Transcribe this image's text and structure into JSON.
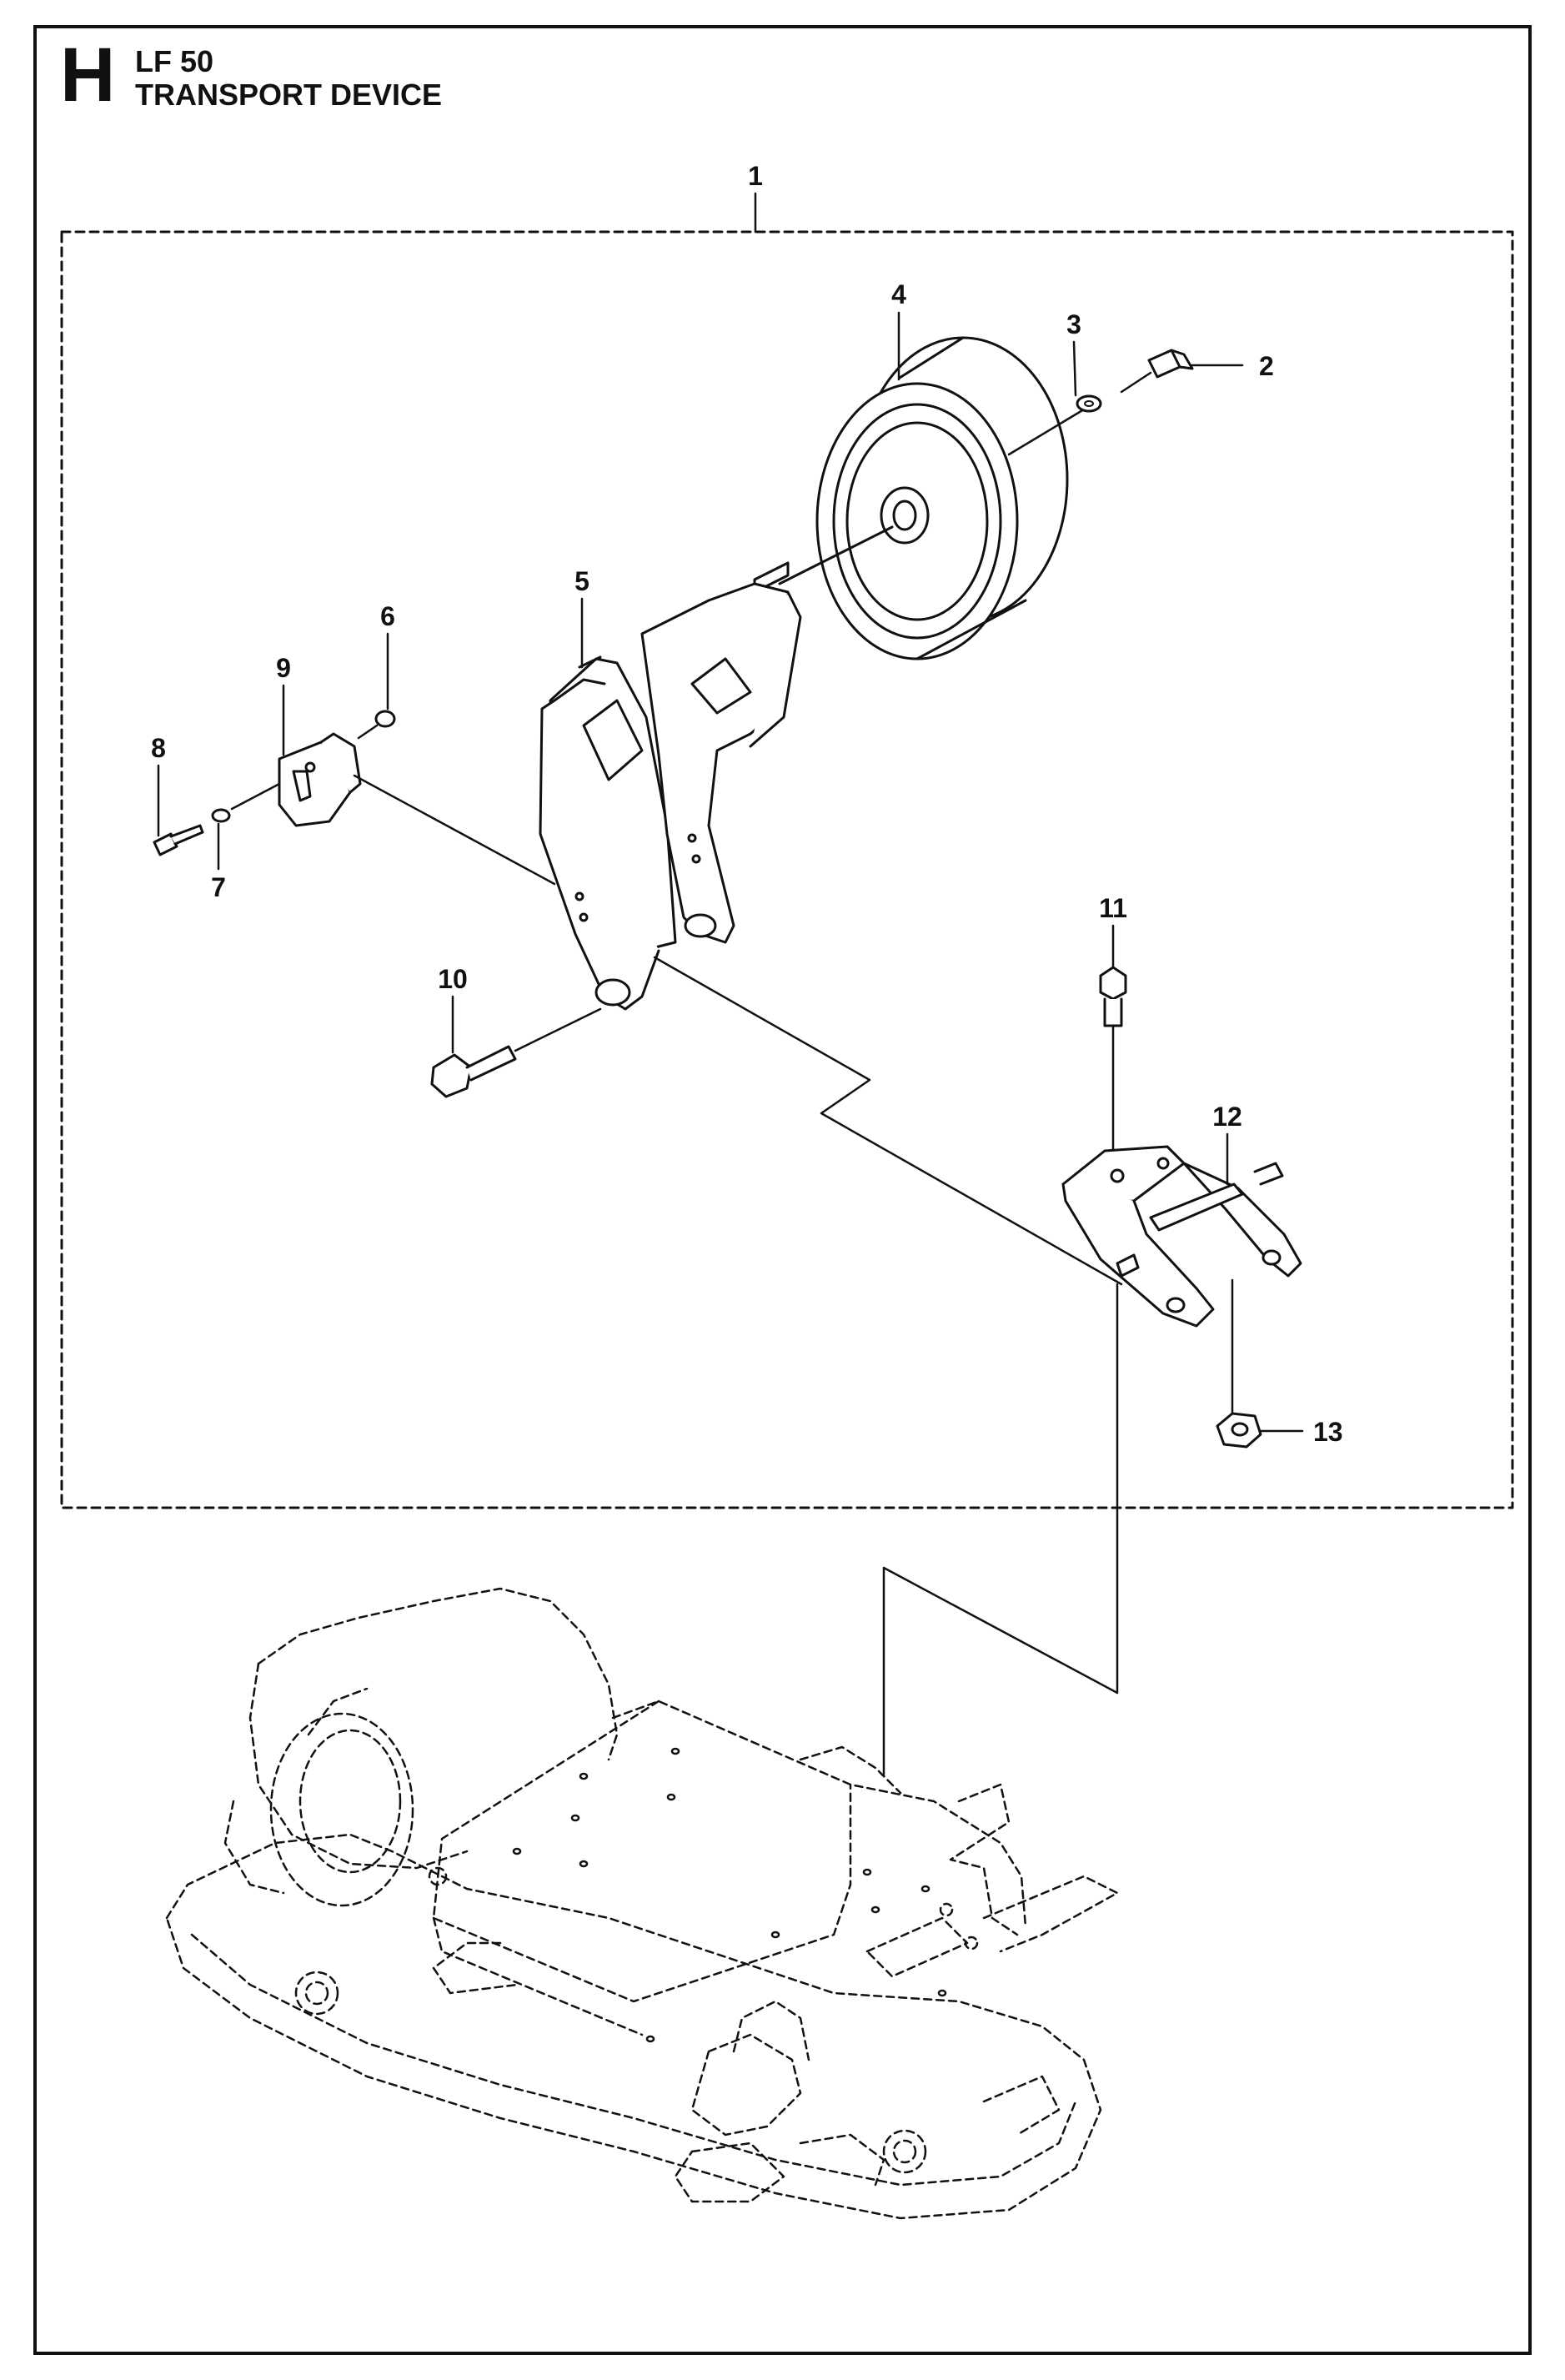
{
  "header": {
    "section_letter": "H",
    "model": "LF 50",
    "title": "TRANSPORT DEVICE"
  },
  "callouts": {
    "c1": "1",
    "c2": "2",
    "c3": "3",
    "c4": "4",
    "c5": "5",
    "c6": "6",
    "c7": "7",
    "c8": "8",
    "c9": "9",
    "c10": "10",
    "c11": "11",
    "c12": "12",
    "c13": "13"
  },
  "colors": {
    "ink": "#111111",
    "paper": "#ffffff"
  }
}
